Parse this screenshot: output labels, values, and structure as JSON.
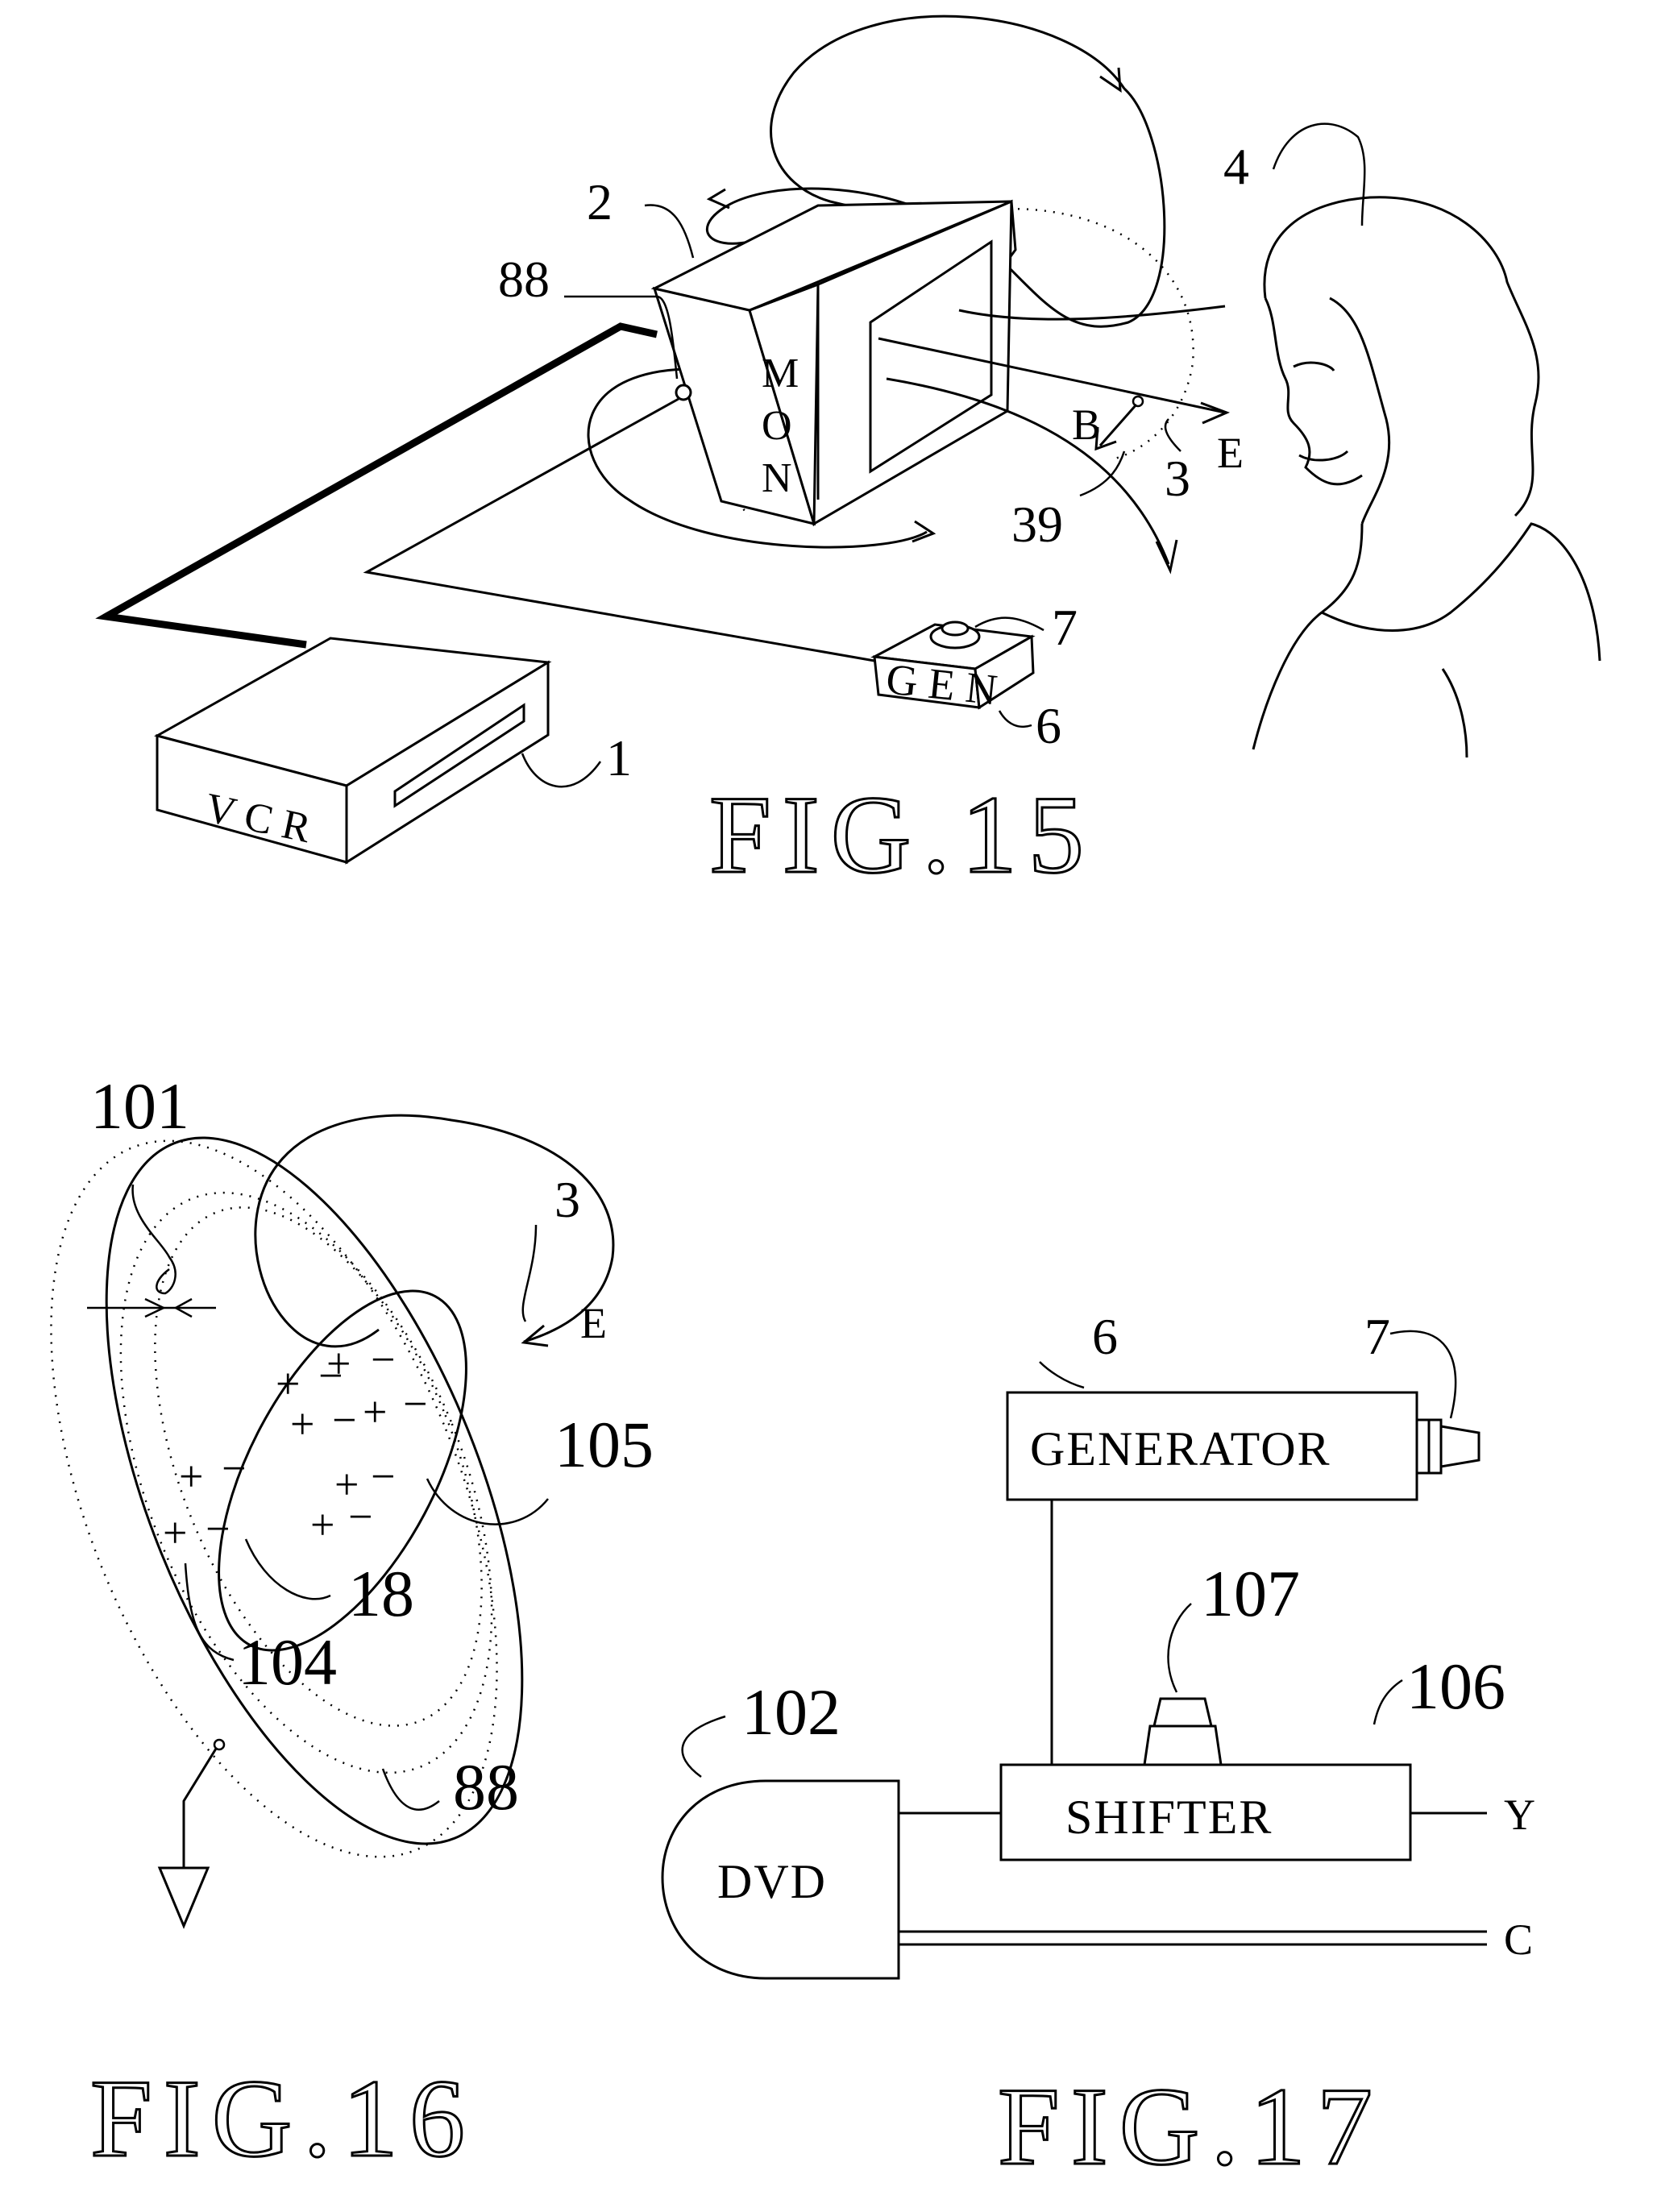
{
  "fig15": {
    "title": "FIG.15",
    "monitor_label": [
      "M",
      "O",
      "N"
    ],
    "vcr_label": "V C R",
    "gen_label": "G E N",
    "refs": {
      "vcr": "1",
      "monitor": "2",
      "field": "3",
      "viewer": "4",
      "generator": "6",
      "knob": "7",
      "field_loop": "39",
      "electrode": "88",
      "b_label": "B",
      "e_label": "E"
    }
  },
  "fig16": {
    "title": "FIG.16",
    "refs": {
      "r101": "101",
      "r3": "3",
      "e_label": "E",
      "r105": "105",
      "r18": "18",
      "r104": "104",
      "r88": "88"
    },
    "charges": {
      "plus": "+",
      "minus": "−"
    }
  },
  "fig17": {
    "title": "FIG.17",
    "generator_label": "GENERATOR",
    "shifter_label": "SHIFTER",
    "dvd_label": "DVD",
    "output_y": "Y",
    "output_c": "C",
    "refs": {
      "generator": "6",
      "knob": "7",
      "control": "107",
      "shifter": "106",
      "dvd": "102"
    }
  }
}
